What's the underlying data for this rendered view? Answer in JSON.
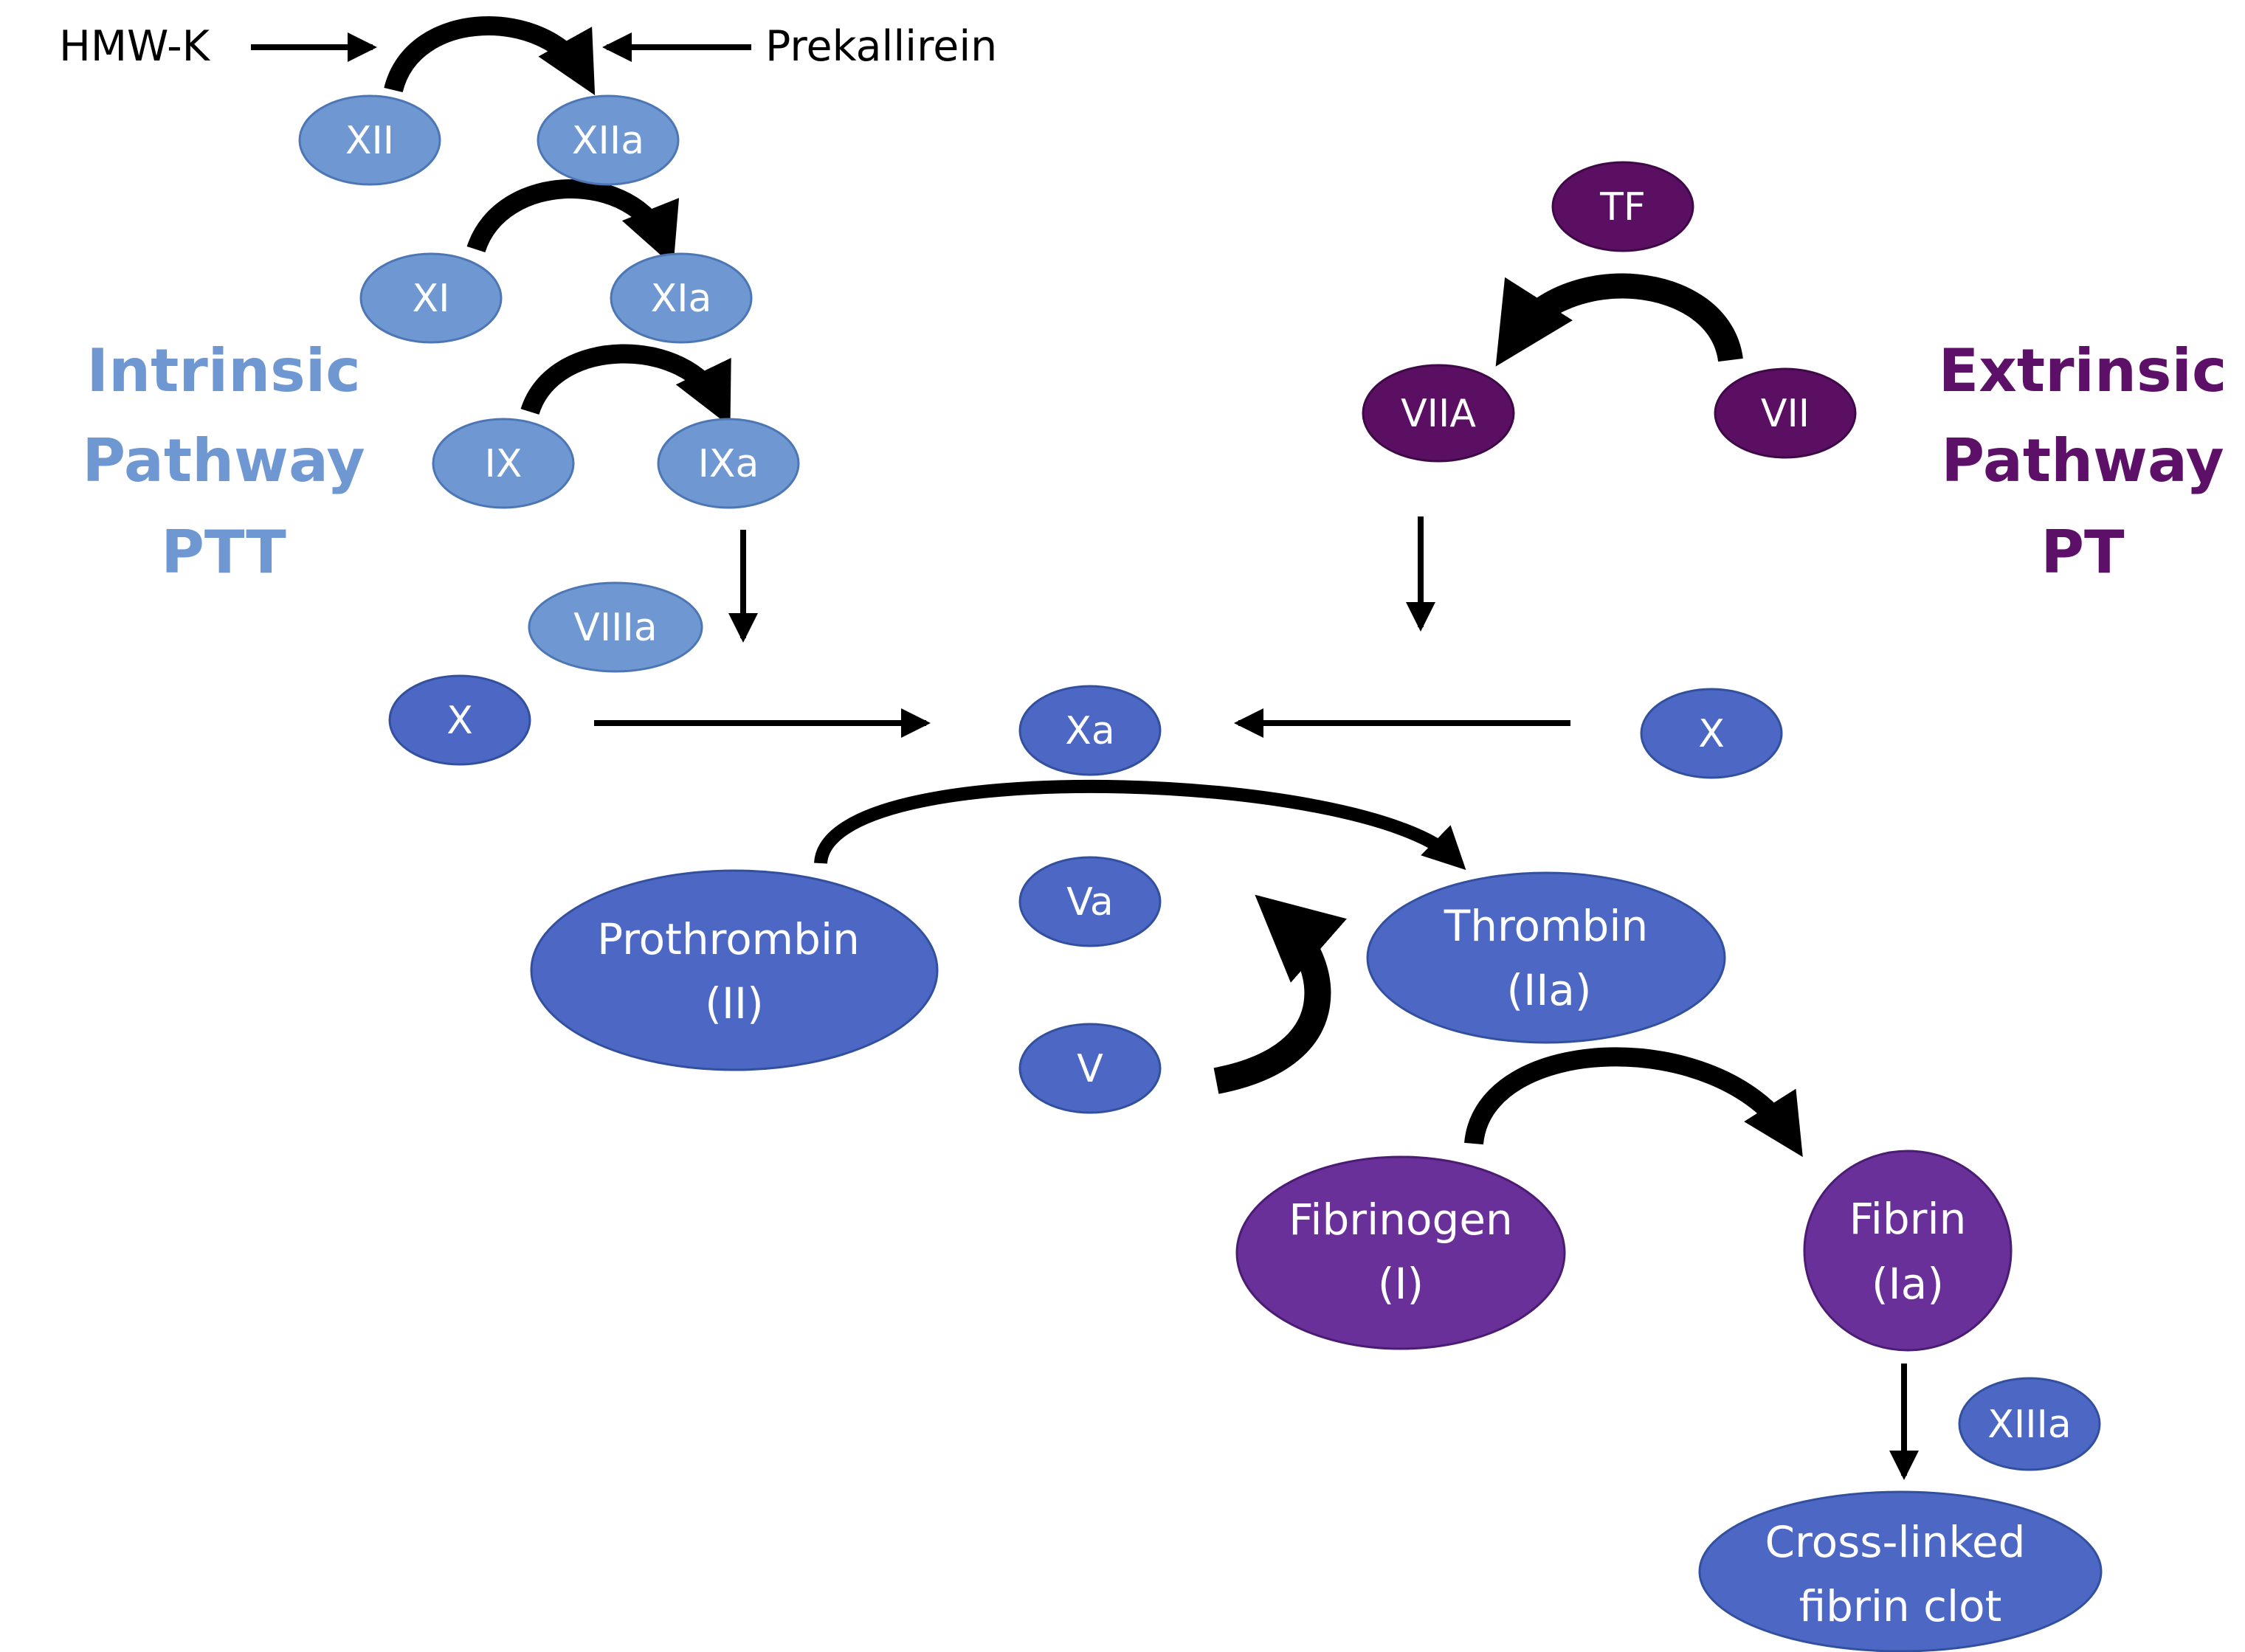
{
  "colors": {
    "light_blue": "#6f98d3",
    "light_blue_stroke": "#4d76b5",
    "royal_blue": "#4c68c4",
    "royal_blue_stroke": "#33509f",
    "dark_purple": "#5a0f63",
    "dark_purple_stroke": "#3f0846",
    "violet": "#6a3099",
    "violet_stroke": "#4b1c73",
    "intrinsic_text": "#6f98d3",
    "extrinsic_text": "#5d1067",
    "arrow": "#000000"
  },
  "cofactors": {
    "hmwk": "HMW-K",
    "prekallikrein": "Prekallirein"
  },
  "intrinsic": {
    "title_line1": "Intrinsic",
    "title_line2": "Pathway",
    "title_line3": "PTT",
    "xii": "XII",
    "xiia": "XIIa",
    "xi": "XI",
    "xia": "XIa",
    "ix": "IX",
    "ixa": "IXa",
    "viiia": "VIIIa",
    "x": "X"
  },
  "extrinsic": {
    "title_line1": "Extrinsic",
    "title_line2": "Pathway",
    "title_line3": "PT",
    "tf": "TF",
    "viia": "VIIA",
    "vii": "VII",
    "x": "X"
  },
  "common": {
    "xa": "Xa",
    "va": "Va",
    "v": "V",
    "prothrombin_line1": "Prothrombin",
    "prothrombin_line2": "(II)",
    "thrombin_line1": "Thrombin",
    "thrombin_line2": "(IIa)",
    "fibrinogen_line1": "Fibrinogen",
    "fibrinogen_line2": "(I)",
    "fibrin_line1": "Fibrin",
    "fibrin_line2": "(Ia)",
    "xiiia": "XIIIa",
    "clot_line1": "Cross-linked",
    "clot_line2": "fibrin clot"
  }
}
